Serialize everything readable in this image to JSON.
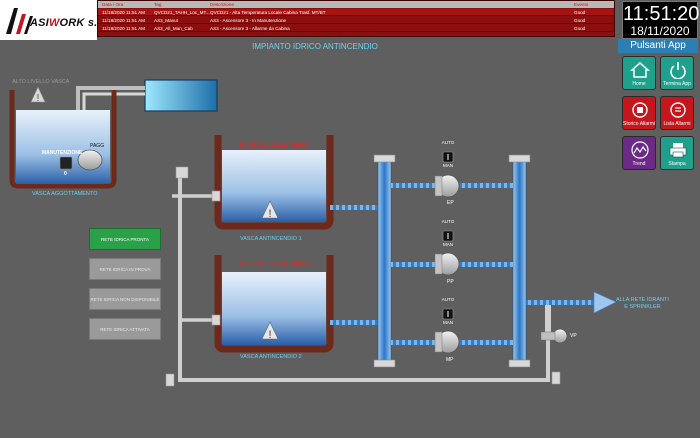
{
  "logo": {
    "brand_w": "W",
    "brand_rest": "ORK s.r.l.",
    "brand_lead": "ASI"
  },
  "alarms": {
    "headers": [
      "Data / Ora",
      "Tag",
      "Descrizione",
      "Evento"
    ],
    "rows": [
      [
        "11/18/2020 11:51 AM",
        "QVCD21_TAHH_Loc_MT...",
        "QVCD21 - Alta Temperatura Locale Cabina Trasf. MT/BT",
        "Good"
      ],
      [
        "11/18/2020 11:51 AM",
        "AS3_Manut",
        "AS3 - Ascensore 3 - In Manutenzione",
        "Good"
      ],
      [
        "11/18/2020 11:51 AM",
        "AS3_All_Man_Cab",
        "AS3 - Ascensore 3 - Allarme da Cabina",
        "Good"
      ]
    ]
  },
  "clock": {
    "time": "11:51:20",
    "date": "18/11/2020"
  },
  "buttons_panel_title": "Pulsanti App",
  "app_buttons": [
    {
      "label": "Home",
      "icon": "home-icon"
    },
    {
      "label": "Termina App",
      "icon": "power-icon"
    },
    {
      "label": "Storico Allarmi",
      "icon": "alarm-history-icon"
    },
    {
      "label": "Lista Allarmi",
      "icon": "alarm-list-icon"
    },
    {
      "label": "Trend",
      "icon": "trend-icon"
    },
    {
      "label": "Stampa",
      "icon": "printer-icon"
    }
  ],
  "page_title": "IMPIANTO IDRICO ANTINCENDIO",
  "labels": {
    "alto_livello": "ALTO LIVELLO VASCA",
    "pagg": "PAGG",
    "manutenzione": "MANUTENZIONE",
    "manut_value": "0",
    "vasca_agg": "VASCA AGGOTTAMENTO",
    "vasca1": "VASCA ANTINCENDIO 1",
    "vasca2": "VASCA ANTINCENDIO 2",
    "tank1_alarm": "BASSO LIVELLO VASCA",
    "tank2_alarm": "BASSO LIVELLO VASCA",
    "auto": "AUTO",
    "man": "MAN",
    "ep": "EP",
    "pp": "PP",
    "mp": "MP",
    "vp": "VP",
    "outlet": "ALLA RETE IDRANTI\nE SPRINKLER"
  },
  "status_buttons": [
    {
      "label": "RETE IDRICA PRONTA",
      "state": "active"
    },
    {
      "label": "RETE IDRICA IN PROVA",
      "state": "idle"
    },
    {
      "label": "RETE IDRICA NON DISPONIBILE",
      "state": "idle"
    },
    {
      "label": "RETE IDRICA ATTIVATA",
      "state": "idle"
    }
  ],
  "colors": {
    "background": "#5f5f5f",
    "alarm_banner": "#8a0f0f",
    "clock_bg": "#000000",
    "panel_title": "#2b7fb3",
    "teal_button": "#1fa08c",
    "red_button": "#c4161c",
    "purple_button": "#6a2a86",
    "tank_wall": "#6b2a1c",
    "water": "#8fb7e0",
    "pipe_blue": "#2e7dc9",
    "status_active": "#2aa149"
  }
}
